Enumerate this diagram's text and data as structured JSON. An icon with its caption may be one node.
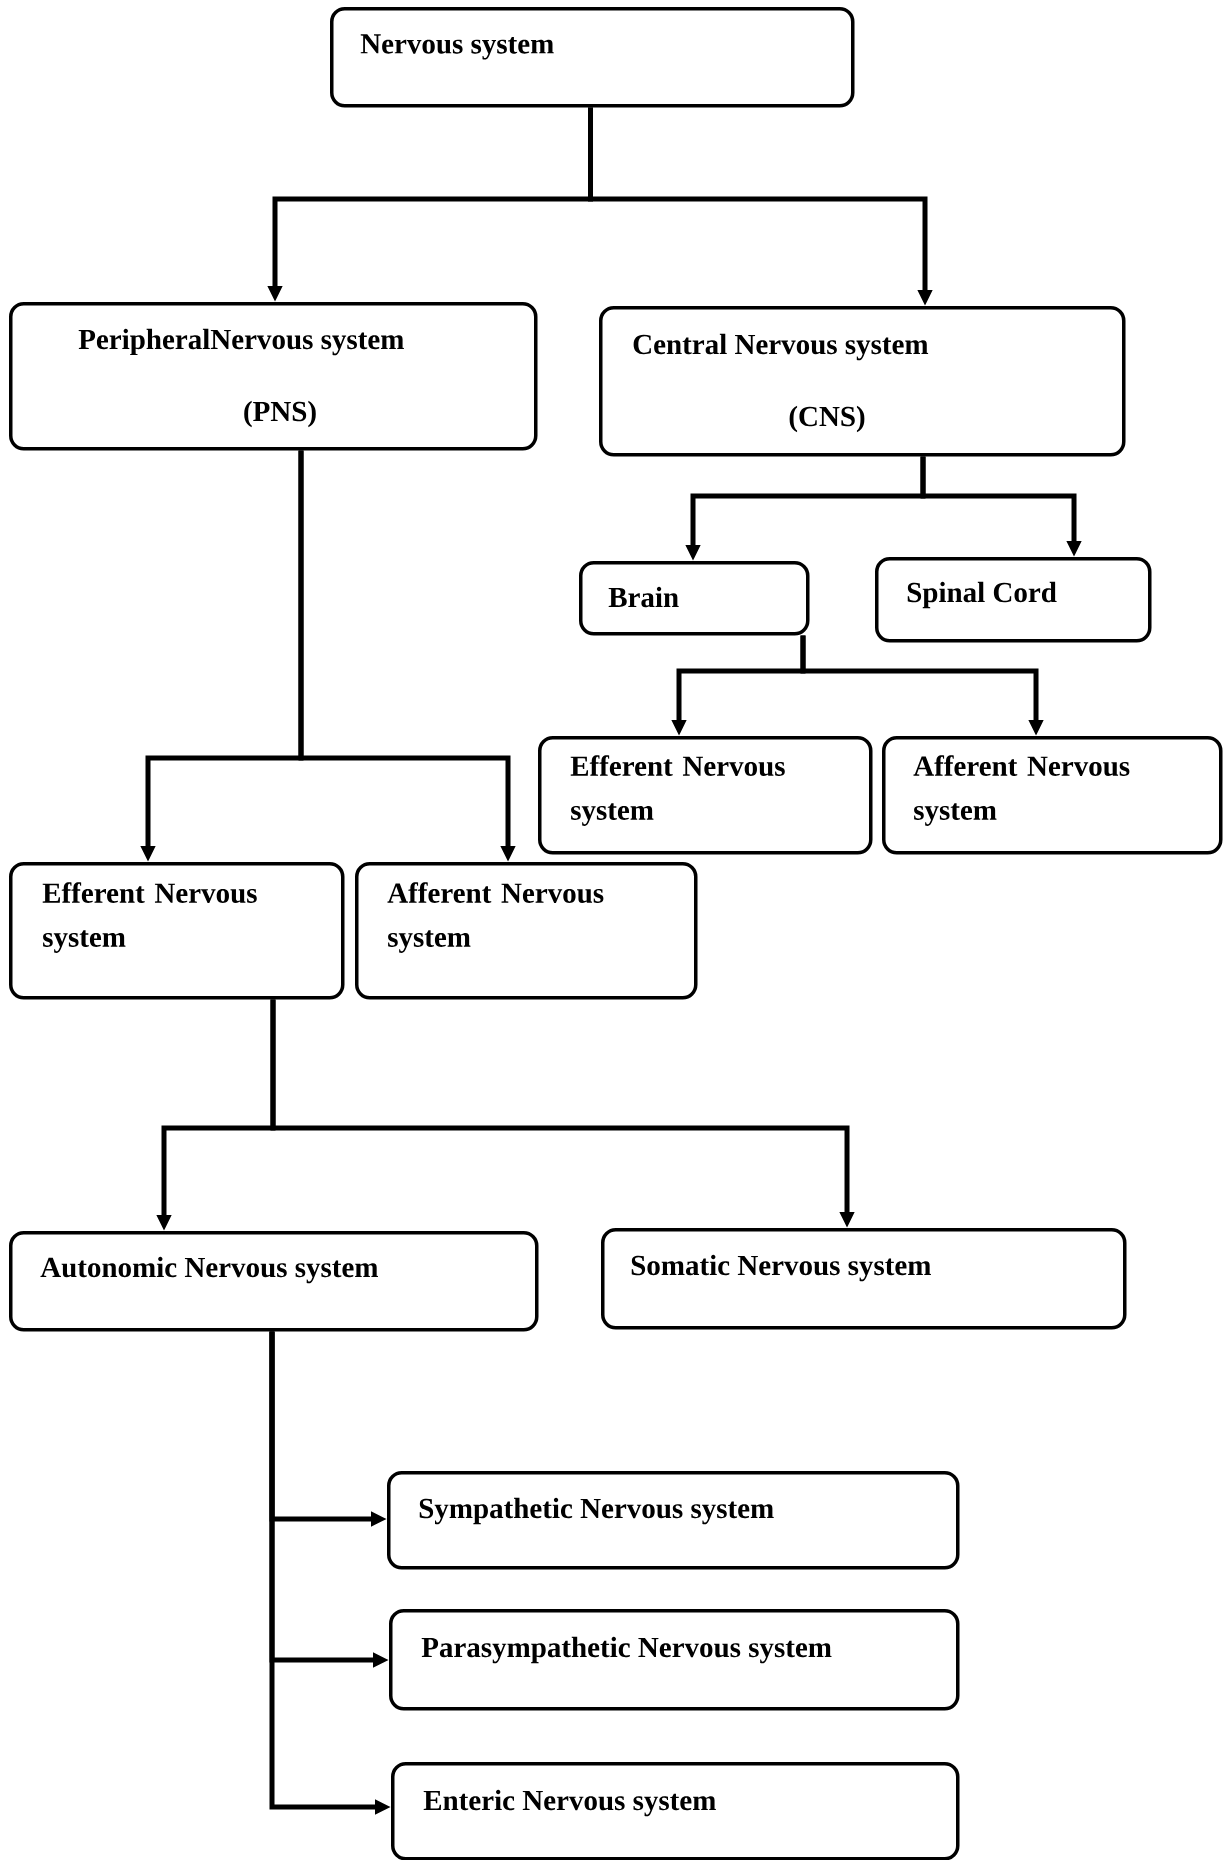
{
  "diagram": {
    "nodes": [
      {
        "text": [
          "Nervous system"
        ]
      },
      {
        "text": [
          "PeripheralNervous system",
          "(PNS)"
        ]
      },
      {
        "text": [
          "Central Nervous system",
          "(CNS)"
        ]
      },
      {
        "text": [
          "Brain"
        ]
      },
      {
        "text": [
          "Spinal Cord"
        ]
      },
      {
        "text": [
          "Efferent Nervous system"
        ]
      },
      {
        "text": [
          "Afferent Nervous system"
        ]
      },
      {
        "text": [
          "Efferent Nervous system"
        ]
      },
      {
        "text": [
          "Afferent Nervous system"
        ]
      },
      {
        "text": [
          "Autonomic Nervous system"
        ]
      },
      {
        "text": [
          "Somatic Nervous system"
        ]
      },
      {
        "text": [
          "Sympathetic Nervous system"
        ]
      },
      {
        "text": [
          "Parasympathetic Nervous system"
        ]
      },
      {
        "text": [
          "Enteric Nervous system"
        ]
      }
    ],
    "edges": [
      {
        "from": 0,
        "to": 1,
        "arrow": "to"
      },
      {
        "from": 0,
        "to": 2,
        "arrow": "to"
      },
      {
        "from": 2,
        "to": 3,
        "arrow": "to"
      },
      {
        "from": 2,
        "to": 4,
        "arrow": "to"
      },
      {
        "from": 3,
        "to": 5,
        "arrow": "to"
      },
      {
        "from": 3,
        "to": 6,
        "arrow": "to"
      },
      {
        "from": 1,
        "to": 7,
        "arrow": "to"
      },
      {
        "from": 1,
        "to": 8,
        "arrow": "to"
      },
      {
        "from": 7,
        "to": 9,
        "arrow": "to"
      },
      {
        "from": 7,
        "to": 10,
        "arrow": "to"
      },
      {
        "from": 9,
        "to": 11,
        "arrow": "to"
      },
      {
        "from": 9,
        "to": 12,
        "arrow": "to"
      },
      {
        "from": 9,
        "to": 13,
        "arrow": "to"
      }
    ]
  }
}
